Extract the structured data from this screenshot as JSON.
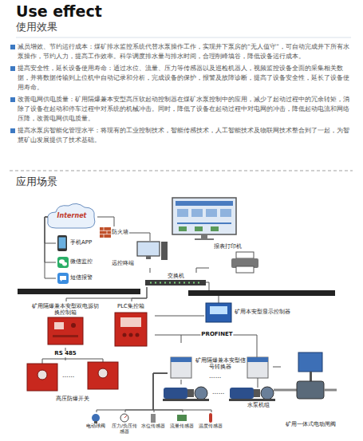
{
  "diagram": {
    "title": "Use effect",
    "nodes": [
      {
        "text": [
          "Internet"
        ]
      },
      {
        "text": [
          "手机APP"
        ]
      },
      {
        "text": [
          "微信监控"
        ]
      },
      {
        "text": [
          "短信报警"
        ]
      },
      {
        "text": [
          "防火墙"
        ]
      },
      {
        "text": [
          "远控终端"
        ]
      },
      {
        "text": [
          "报表打印机"
        ]
      },
      {
        "text": [
          "交换机"
        ]
      },
      {
        "text": [
          "矿用隔爆兼本安型双电源切换控制箱"
        ]
      },
      {
        "text": [
          "PLC集控箱"
        ]
      },
      {
        "text": [
          "矿用本安型显示控制器"
        ]
      },
      {
        "text": [
          "矿用隔爆兼本安型信号转换器"
        ]
      },
      {
        "text": [
          "高压防爆开关"
        ]
      },
      {
        "text": [
          "水泵机组"
        ]
      },
      {
        "text": [
          "矿用一体式电动闸阀"
        ]
      },
      {
        "text": [
          "电动球阀"
        ]
      },
      {
        "text": [
          "压力/负压传感器"
        ]
      },
      {
        "text": [
          "水位传感器"
        ]
      },
      {
        "text": [
          "流量传感器"
        ]
      },
      {
        "text": [
          "温度传感器"
        ]
      }
    ],
    "edges": [
      {
        "from": 0,
        "to": 1,
        "arrow": "none"
      },
      {
        "from": 0,
        "to": 2,
        "arrow": "none"
      },
      {
        "from": 0,
        "to": 3,
        "arrow": "none"
      },
      {
        "from": 0,
        "to": 4,
        "arrow": "none"
      },
      {
        "from": 4,
        "to": 5,
        "arrow": "none"
      },
      {
        "from": 5,
        "to": 7,
        "arrow": "none"
      },
      {
        "from": 6,
        "to": 7,
        "arrow": "none"
      },
      {
        "from": 7,
        "to": 8,
        "arrow": "none"
      },
      {
        "from": 7,
        "to": 9,
        "arrow": "none"
      },
      {
        "from": 9,
        "to": 10,
        "arrow": "none"
      },
      {
        "from": 9,
        "to": 11,
        "label": "PROFINET",
        "arrow": "none"
      },
      {
        "from": 8,
        "to": 12,
        "label": "RS 485",
        "arrow": "none"
      },
      {
        "from": 11,
        "to": 13,
        "arrow": "none"
      },
      {
        "from": 11,
        "to": 14,
        "arrow": "none"
      },
      {
        "from": 11,
        "to": 15,
        "arrow": "none"
      },
      {
        "from": 11,
        "to": 16,
        "arrow": "none"
      },
      {
        "from": 11,
        "to": 17,
        "arrow": "none"
      },
      {
        "from": 11,
        "to": 18,
        "arrow": "none"
      },
      {
        "from": 11,
        "to": 19,
        "arrow": "none"
      }
    ],
    "labels": [
      "使用效果",
      "减员增效、节约运行成本：煤矿排水监控系统代替水泵操作工作，实现井下泵房的“无人值守”，可自动完成井下所有水泵操作，节约人力，提高工作效率。科学调度排水量与排水时间，合理削峰填谷，降低设备运行成本。",
      "提高安全性，延长设备使用寿命：通过水位、流量、压力等传感器以及巡检机器人，视频监控设备全面的采集相关数据，并将数据传输到上位机中自动记录和分析，完成设备的保护，报警及故障诊断，提高了设备安全性，延长了设备使用寿命。",
      "改善电网供电质量：矿用隔爆兼本安型高压软起动控制器在煤矿水泵控制中的应用，减少了起动过程中的冗余转矩，消除了设备在起动和停车过程中对系统的机械冲击。同时，降低了设备在起动过程中对电网的冲击，降低起动电流和网络压降，改善电网供电质量。",
      "提高水泵房智能化管理水平：将现有的工业控制技术，智能传感技术，人工智能技术及物联网技术整合到了一起，为智慧矿山发展提供了技术基础。",
      "应用场景",
      "......",
      "......",
      "......"
    ]
  }
}
